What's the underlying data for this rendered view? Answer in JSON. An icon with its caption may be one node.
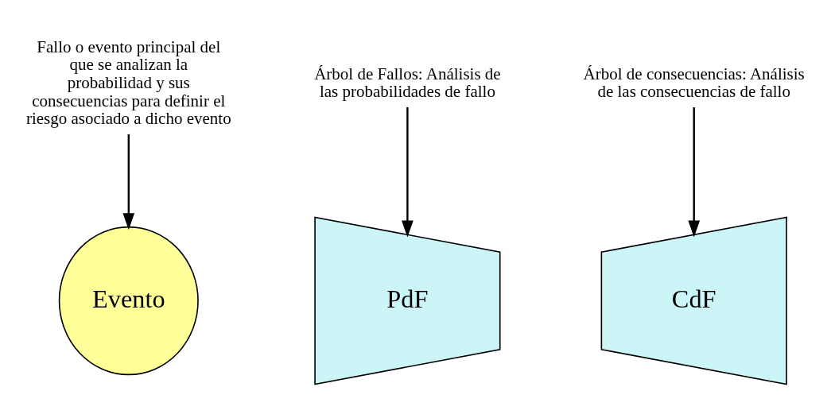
{
  "diagram": {
    "nodes": [
      {
        "text": [
          "Fallo o evento principal del que se analizan la probabilidad y sus consecuencias para definir el riesgo asociado a dicho evento"
        ]
      },
      {
        "text": [
          "Árbol de Fallos: Análisis de las probabilidades de fallo"
        ]
      },
      {
        "text": [
          "Árbol de consecuencias: Análisis de las consecuencias de fallo"
        ]
      },
      {
        "text": [
          "PdF"
        ]
      },
      {
        "text": [
          "Evento"
        ]
      },
      {
        "text": [
          "CdF"
        ]
      }
    ],
    "edges": [
      {
        "from": 1,
        "to": 3,
        "arrow": "to"
      },
      {
        "from": 0,
        "to": 4,
        "arrow": "to"
      },
      {
        "from": 2,
        "to": 5,
        "arrow": "to"
      }
    ]
  }
}
